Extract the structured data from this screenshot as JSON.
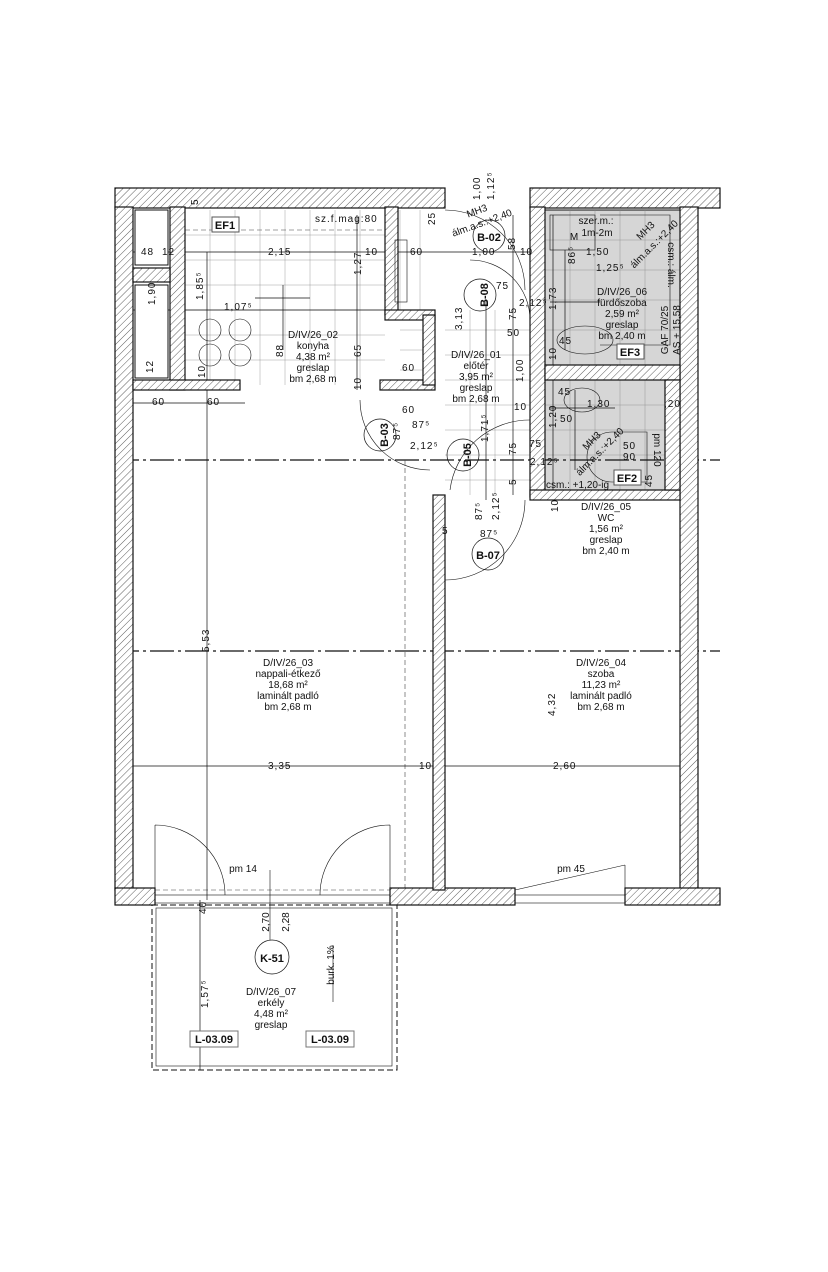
{
  "rooms": [
    {
      "id": "D/IV/26_01",
      "name": "előtér",
      "area": "3,95 m²",
      "floor": "greslap",
      "height": "bm 2,68 m"
    },
    {
      "id": "D/IV/26_02",
      "name": "konyha",
      "area": "4,38 m²",
      "floor": "greslap",
      "height": "bm 2,68 m"
    },
    {
      "id": "D/IV/26_03",
      "name": "nappali-étkező",
      "area": "18,68 m²",
      "floor": "laminált padló",
      "height": "bm 2,68 m"
    },
    {
      "id": "D/IV/26_04",
      "name": "szoba",
      "area": "11,23 m²",
      "floor": "laminált padló",
      "height": "bm 2,68 m"
    },
    {
      "id": "D/IV/26_05",
      "name": "WC",
      "area": "1,56 m²",
      "floor": "greslap",
      "height": "bm 2,40 m"
    },
    {
      "id": "D/IV/26_06",
      "name": "fürdőszoba",
      "area": "2,59 m²",
      "floor": "greslap",
      "height": "bm 2,40 m"
    },
    {
      "id": "D/IV/26_07",
      "name": "erkély",
      "area": "4,48 m²",
      "floor": "greslap"
    }
  ],
  "tags": {
    "ef1": "EF1",
    "ef2": "EF2",
    "ef3": "EF3",
    "b02": "B-02",
    "b03": "B-03",
    "b05": "B-05",
    "b07": "B-07",
    "b08": "B-08",
    "k51": "K-51",
    "l0309": "L-03.09"
  },
  "notes": {
    "szf": "sz.f.mag:80",
    "szer1": "szer.m.:",
    "szer2": "1m-2m",
    "m": "M",
    "mh3": "MH3",
    "alm": "álm.a.s.:+2,40",
    "csm_alm": "csm.: álm.",
    "gaf": "GAF  70/25",
    "as": "AS + 15,58",
    "csm_wc": "csm.: +1,20-ig",
    "pm120": "pm 120",
    "pm14": "pm 14",
    "pm45": "pm 45",
    "burk": "burk. 1%"
  },
  "dims": [
    "48",
    "12",
    "2,15",
    "10",
    "60",
    "1,90",
    "1,85⁵",
    "1,07⁵",
    "1,27",
    "88",
    "65",
    "12",
    "10",
    "60",
    "10",
    "60",
    "60",
    "25",
    "1,00",
    "10",
    "75",
    "2,12⁵",
    "75",
    "3,13",
    "50",
    "1,00",
    "1,71⁵",
    "10",
    "60",
    "87⁵",
    "2,12⁵",
    "87⁵",
    "75",
    "75",
    "2,12⁵",
    "5",
    "2,12⁵",
    "87⁵",
    "87⁵",
    "5",
    "10",
    "86⁵",
    "1,50",
    "1,25⁵",
    "1,73",
    "45",
    "10",
    "45",
    "1,30",
    "1,20",
    "50",
    "50",
    "90",
    "45",
    ",20",
    "5,53",
    "3,35",
    "10",
    "2,60",
    "4,32",
    "40",
    "2,70",
    "2,28",
    "1,57⁵",
    "1,00",
    "1,12⁵",
    "58",
    "5"
  ]
}
